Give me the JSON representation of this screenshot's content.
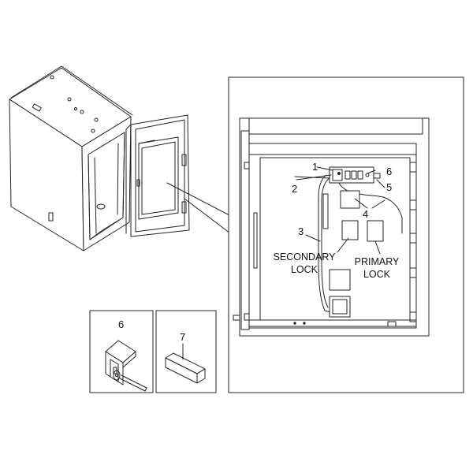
{
  "callouts": {
    "c1": "1",
    "c2": "2",
    "c3": "3",
    "c4": "4",
    "c5": "5",
    "c6": "6",
    "c6b": "6",
    "c7": "7"
  },
  "labels": {
    "secondary_line1": "SECONDARY",
    "secondary_line2": "LOCK",
    "primary_line1": "PRIMARY",
    "primary_line2": "LOCK"
  }
}
